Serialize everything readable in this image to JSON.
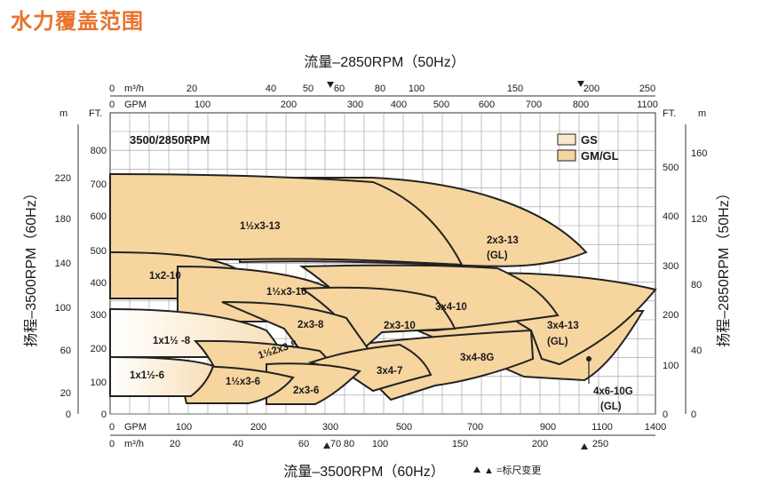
{
  "page": {
    "title": "水力覆盖范围"
  },
  "chart_data": {
    "type": "area",
    "subtitle": "3500/2850RPM",
    "top_axis_title": "流量–2850RPM（50Hz）",
    "bottom_axis_title": "流量–3500RPM（60Hz）",
    "left_axis_title": "扬程–3500RPM（60Hz）",
    "right_axis_title": "扬程–2850RPM（50Hz）",
    "scale_change_note": "▲ =标尺变更",
    "top_m3h_unit": "m³/h",
    "top_gpm_unit": "GPM",
    "bottom_m3h_unit": "m³/h",
    "bottom_gpm_unit": "GPM",
    "left_m_unit": "m",
    "left_ft_unit": "FT.",
    "right_ft_unit": "FT.",
    "right_m_unit": "m",
    "top_m3h_ticks": [
      "0",
      "20",
      "40",
      "50",
      "60",
      "80",
      "100",
      "150",
      "200",
      "250"
    ],
    "top_gpm_ticks": [
      "0",
      "100",
      "200",
      "300",
      "400",
      "500",
      "600",
      "700",
      "800",
      "1100"
    ],
    "bottom_gpm_ticks": [
      "0",
      "100",
      "200",
      "300",
      "500",
      "700",
      "900",
      "1100",
      "1400"
    ],
    "bottom_m3h_ticks": [
      "0",
      "20",
      "40",
      "60",
      "70",
      "80",
      "100",
      "150",
      "200",
      "250"
    ],
    "left_m_ticks": [
      "0",
      "20",
      "60",
      "100",
      "140",
      "180",
      "220"
    ],
    "left_ft_ticks": [
      "0",
      "100",
      "200",
      "300",
      "400",
      "500",
      "600",
      "700",
      "800"
    ],
    "right_ft_ticks": [
      "0",
      "100",
      "200",
      "300",
      "400",
      "500"
    ],
    "right_m_ticks": [
      "0",
      "40",
      "80",
      "120",
      "160"
    ],
    "legend": [
      {
        "label": "GS",
        "color": "#fbe8cc"
      },
      {
        "label": "GM/GL",
        "color": "#f6d59f"
      }
    ],
    "regions": [
      {
        "label": "1½x3-13"
      },
      {
        "label": "2x3-13"
      },
      {
        "label": "(GL)"
      },
      {
        "label": "1x2-10"
      },
      {
        "label": "1½x3-10"
      },
      {
        "label": "3x4-10"
      },
      {
        "label": "2x3-8"
      },
      {
        "label": "2x3-10"
      },
      {
        "label": "3x4-13"
      },
      {
        "label": "(GL)"
      },
      {
        "label": "1x1½ -8"
      },
      {
        "label": "1½2x3-8"
      },
      {
        "label": "3x4-8G"
      },
      {
        "label": "1x1½-6"
      },
      {
        "label": "1½x3-6"
      },
      {
        "label": "3x4-7"
      },
      {
        "label": "2x3-6"
      },
      {
        "label": "4x6-10G"
      },
      {
        "label": "(GL)"
      }
    ],
    "grid": true,
    "legend_position": "top-right"
  }
}
